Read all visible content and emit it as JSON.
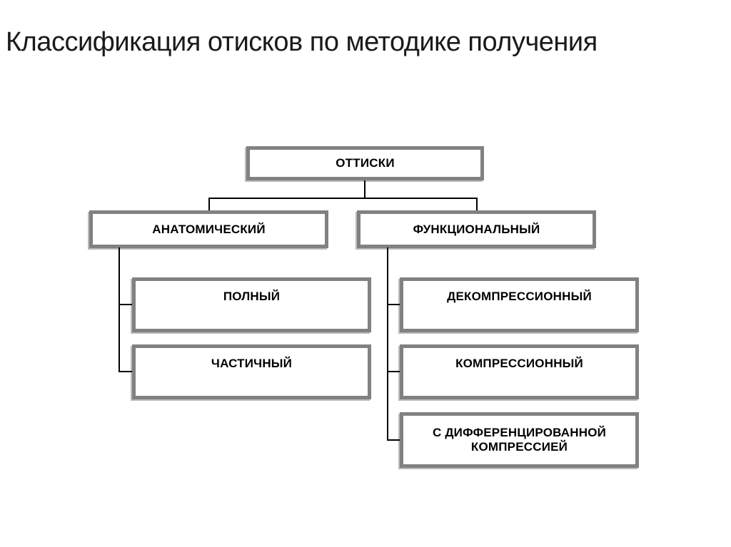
{
  "slide": {
    "title": "Классификация отисков по методике получения"
  },
  "diagram": {
    "type": "tree",
    "root": {
      "label": "ОТТИСКИ"
    },
    "branches": [
      {
        "label": "АНАТОМИЧЕСКИЙ",
        "children": [
          {
            "label": "ПОЛНЫЙ"
          },
          {
            "label": "ЧАСТИЧНЫЙ"
          }
        ]
      },
      {
        "label": "ФУНКЦИОНАЛЬНЫЙ",
        "children": [
          {
            "label": "ДЕКОМПРЕССИОННЫЙ"
          },
          {
            "label": "КОМПРЕССИОННЫЙ"
          },
          {
            "label": "С ДИФФЕРЕНЦИРОВАННОЙ КОМПРЕССИЕЙ"
          }
        ]
      }
    ]
  },
  "colors": {
    "background": "#ffffff",
    "box_border": "#818181",
    "box_fill": "#ffffff",
    "label_text": "#000000",
    "title_text": "#1a1a1a",
    "connector": "#000000"
  }
}
